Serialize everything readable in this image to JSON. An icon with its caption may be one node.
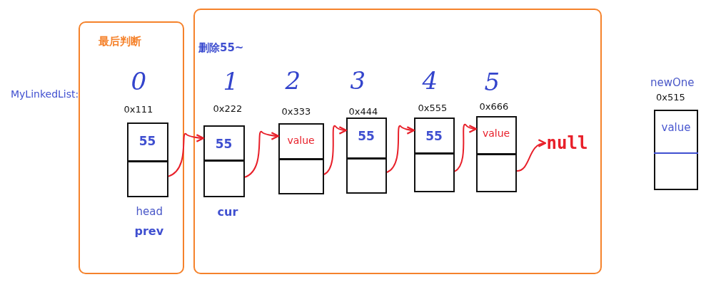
{
  "diagram": {
    "nodes": [
      {
        "text": [
          "最后判断"
        ]
      },
      {
        "text": [],
        "shape": "box"
      },
      {
        "text": [
          "55"
        ],
        "in": 0,
        "beside": [
          "0",
          "0x111",
          "head",
          "prev"
        ]
      },
      {
        "text": [
          "55"
        ],
        "in": 1,
        "beside": [
          "1",
          "0x222",
          "cur"
        ]
      },
      {
        "text": [
          "value"
        ],
        "in": 1,
        "beside": [
          "2",
          "0x333"
        ]
      },
      {
        "text": [
          "55"
        ],
        "in": 1,
        "beside": [
          "3",
          "0x444"
        ]
      },
      {
        "text": [
          "55"
        ],
        "in": 1,
        "beside": [
          "4",
          "0x555"
        ]
      },
      {
        "text": [
          "value"
        ],
        "in": 1,
        "beside": [
          "5",
          "0x666"
        ]
      },
      {
        "text": [
          "null"
        ],
        "in": 1
      },
      {
        "text": [
          "value"
        ],
        "beside": [
          "newOne",
          "0x515"
        ]
      }
    ],
    "edges": [
      {
        "from": 2,
        "to": 3,
        "arrow": "to"
      },
      {
        "from": 3,
        "to": 4,
        "arrow": "to"
      },
      {
        "from": 4,
        "to": 5,
        "arrow": "to"
      },
      {
        "from": 5,
        "to": 6,
        "arrow": "to"
      },
      {
        "from": 6,
        "to": 7,
        "arrow": "to"
      },
      {
        "from": 7,
        "to": 8,
        "arrow": "to"
      }
    ],
    "labels": [
      "MyLinkedList:",
      "删除55~"
    ]
  }
}
